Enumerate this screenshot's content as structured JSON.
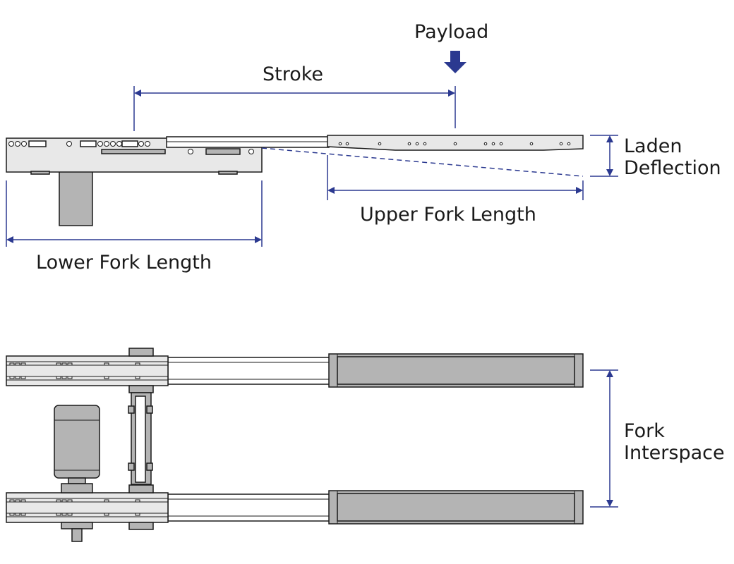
{
  "labels": {
    "payload": "Payload",
    "stroke": "Stroke",
    "laden_deflection_line1": "Laden",
    "laden_deflection_line2": "Deflection",
    "upper_fork_length": "Upper Fork Length",
    "lower_fork_length": "Lower Fork Length",
    "fork_interspace_line1": "Fork",
    "fork_interspace_line2": "Interspace"
  },
  "colors": {
    "dimension_line": "#2b3990",
    "payload_arrow": "#2b3990",
    "outline": "#1a1a1a",
    "body": "#e8e8e8",
    "dark_part": "#b4b4b4"
  }
}
